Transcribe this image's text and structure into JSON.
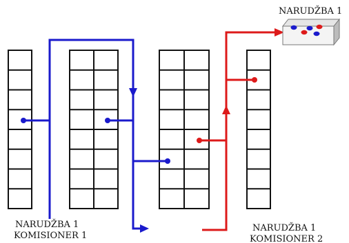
{
  "labels": {
    "order_box": "NARUDŽBA 1",
    "picker1_line1": "NARUDŽBA 1",
    "picker1_line2": "KOMISIONER 1",
    "picker2_line1": "NARUDŽBA 1",
    "picker2_line2": "KOMISIONER 2"
  },
  "colors": {
    "picker1_path": "#1a1acc",
    "picker2_path": "#dd1a1a",
    "grid_stroke": "#111111",
    "box_fill": "#f4f4f4"
  },
  "icons": {
    "order_box": "box-with-colored-dots-icon"
  }
}
